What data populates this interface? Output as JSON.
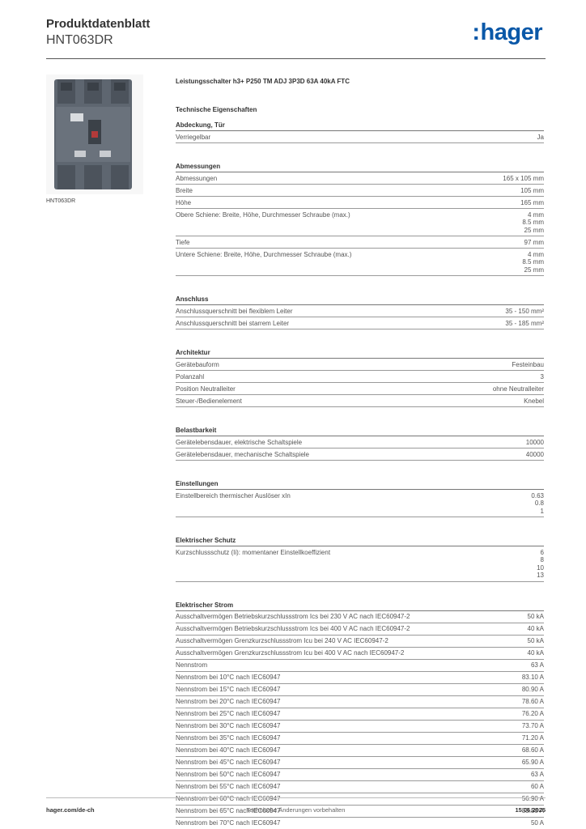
{
  "header": {
    "title": "Produktdatenblatt",
    "code": "HNT063DR",
    "logo_text": "hager",
    "logo_color": "#0a58a8"
  },
  "image": {
    "caption": "HNT063DR"
  },
  "product_name": "Leistungsschalter h3+ P250 TM ADJ 3P3D 63A 40kA FTC",
  "section_heading": "Technische Eigenschaften",
  "groups": [
    {
      "title": "Abdeckung, Tür",
      "rows": [
        {
          "label": "Verriegelbar",
          "values": [
            "Ja"
          ]
        }
      ]
    },
    {
      "title": "Abmessungen",
      "rows": [
        {
          "label": "Abmessungen",
          "values": [
            "165 x 105 mm"
          ]
        },
        {
          "label": "Breite",
          "values": [
            "105 mm"
          ]
        },
        {
          "label": "Höhe",
          "values": [
            "165 mm"
          ]
        },
        {
          "label": "Obere Schiene: Breite, Höhe, Durchmesser Schraube (max.)",
          "values": [
            "4 mm",
            "8.5 mm",
            "25 mm"
          ]
        },
        {
          "label": "Tiefe",
          "values": [
            "97 mm"
          ]
        },
        {
          "label": "Untere Schiene: Breite, Höhe, Durchmesser Schraube (max.)",
          "values": [
            "4 mm",
            "8.5 mm",
            "25 mm"
          ]
        }
      ]
    },
    {
      "title": "Anschluss",
      "rows": [
        {
          "label": "Anschlussquerschnitt bei flexiblem Leiter",
          "values": [
            "35 - 150 mm²"
          ]
        },
        {
          "label": "Anschlussquerschnitt bei starrem Leiter",
          "values": [
            "35 - 185 mm²"
          ]
        }
      ]
    },
    {
      "title": "Architektur",
      "rows": [
        {
          "label": "Gerätebauform",
          "values": [
            "Festeinbau"
          ]
        },
        {
          "label": "Polanzahl",
          "values": [
            "3"
          ]
        },
        {
          "label": "Position Neutralleiter",
          "values": [
            "ohne Neutralleiter"
          ]
        },
        {
          "label": "Steuer-/Bedienelement",
          "values": [
            "Knebel"
          ]
        }
      ]
    },
    {
      "title": "Belastbarkeit",
      "rows": [
        {
          "label": "Gerätelebensdauer, elektrische Schaltspiele",
          "values": [
            "10000"
          ]
        },
        {
          "label": "Gerätelebensdauer, mechanische Schaltspiele",
          "values": [
            "40000"
          ]
        }
      ]
    },
    {
      "title": "Einstellungen",
      "rows": [
        {
          "label": "Einstellbereich thermischer Auslöser xIn",
          "values": [
            "0.63",
            "0.8",
            "1"
          ]
        }
      ]
    },
    {
      "title": "Elektrischer Schutz",
      "rows": [
        {
          "label": "Kurzschlussschutz (Ii): momentaner Einstellkoeffizient",
          "values": [
            "6",
            "8",
            "10",
            "13"
          ]
        }
      ]
    },
    {
      "title": "Elektrischer Strom",
      "rows": [
        {
          "label": "Ausschaltvermögen Betriebskurzschlussstrom Ics bei 230 V AC nach IEC60947-2",
          "values": [
            "50 kA"
          ]
        },
        {
          "label": "Ausschaltvermögen Betriebskurzschlussstrom Ics bei 400 V AC nach IEC60947-2",
          "values": [
            "40 kA"
          ]
        },
        {
          "label": "Ausschaltvermögen Grenzkurzschlussstrom Icu bei 240 V AC IEC60947-2",
          "values": [
            "50 kA"
          ]
        },
        {
          "label": "Ausschaltvermögen Grenzkurzschlussstrom Icu bei 400 V AC nach IEC60947-2",
          "values": [
            "40 kA"
          ]
        },
        {
          "label": "Nennstrom",
          "values": [
            "63 A"
          ]
        },
        {
          "label": "Nennstrom bei 10°C nach IEC60947",
          "values": [
            "83.10 A"
          ]
        },
        {
          "label": "Nennstrom bei 15°C nach IEC60947",
          "values": [
            "80.90 A"
          ]
        },
        {
          "label": "Nennstrom bei 20°C nach IEC60947",
          "values": [
            "78.60 A"
          ]
        },
        {
          "label": "Nennstrom bei 25°C nach IEC60947",
          "values": [
            "76.20 A"
          ]
        },
        {
          "label": "Nennstrom bei 30°C nach IEC60947",
          "values": [
            "73.70 A"
          ]
        },
        {
          "label": "Nennstrom bei 35°C nach IEC60947",
          "values": [
            "71.20 A"
          ]
        },
        {
          "label": "Nennstrom bei 40°C nach IEC60947",
          "values": [
            "68.60 A"
          ]
        },
        {
          "label": "Nennstrom bei 45°C nach IEC60947",
          "values": [
            "65.90 A"
          ]
        },
        {
          "label": "Nennstrom bei 50°C nach IEC60947",
          "values": [
            "63 A"
          ]
        },
        {
          "label": "Nennstrom bei 55°C nach IEC60947",
          "values": [
            "60 A"
          ]
        },
        {
          "label": "Nennstrom bei 60°C nach IEC60947",
          "values": [
            "56.90 A"
          ]
        },
        {
          "label": "Nennstrom bei 65°C nach IEC60947",
          "values": [
            "53.50 A"
          ]
        },
        {
          "label": "Nennstrom bei 70°C nach IEC60947",
          "values": [
            "50 A"
          ]
        }
      ]
    }
  ],
  "footer": {
    "website": "hager.com/de-ch",
    "notice": "Technische Änderungen vorbehalten",
    "date": "15.06.2025"
  }
}
